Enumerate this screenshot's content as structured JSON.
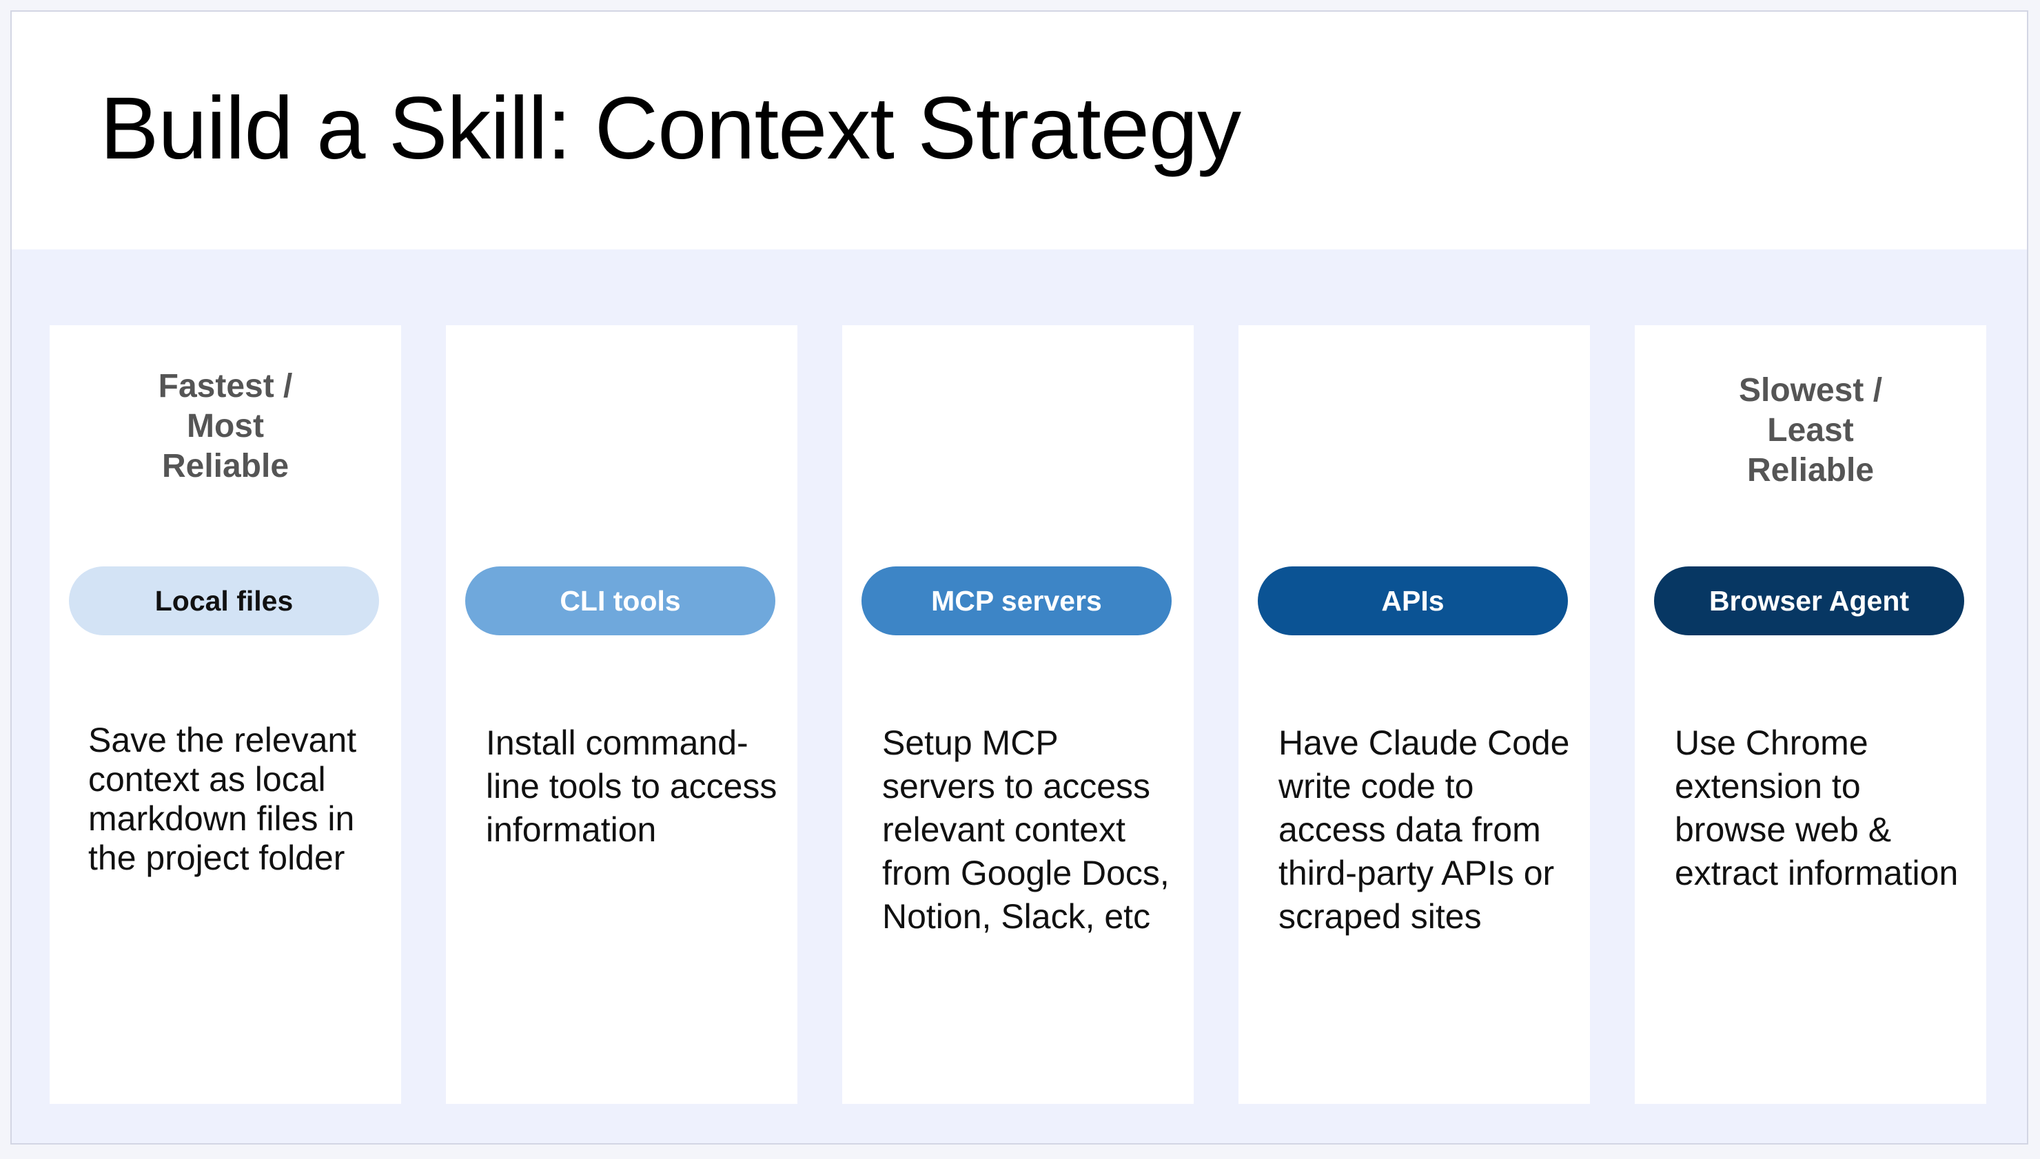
{
  "slide": {
    "title": "Build a Skill: Context Strategy"
  },
  "cards": [
    {
      "heading": "Fastest /\nMost\nReliable",
      "pill_label": "Local files",
      "pill_color": "#d3e3f5",
      "pill_text_color": "#111111",
      "description": "Save the relevant context as local markdown files in the project folder"
    },
    {
      "heading": "",
      "pill_label": "CLI tools",
      "pill_color": "#6fa8dc",
      "pill_text_color": "#ffffff",
      "description": "Install command-line tools to access information"
    },
    {
      "heading": "",
      "pill_label": "MCP servers",
      "pill_color": "#3d85c6",
      "pill_text_color": "#ffffff",
      "description": "Setup MCP servers to access relevant context from Google Docs, Notion, Slack, etc"
    },
    {
      "heading": "",
      "pill_label": "APIs",
      "pill_color": "#0b5394",
      "pill_text_color": "#ffffff",
      "description": "Have Claude Code write code to access data from third-party APIs or scraped sites"
    },
    {
      "heading": "Slowest /\nLeast\nReliable",
      "pill_label": "Browser Agent",
      "pill_color": "#073763",
      "pill_text_color": "#ffffff",
      "description": "Use Chrome extension to browse web & extract information"
    }
  ]
}
